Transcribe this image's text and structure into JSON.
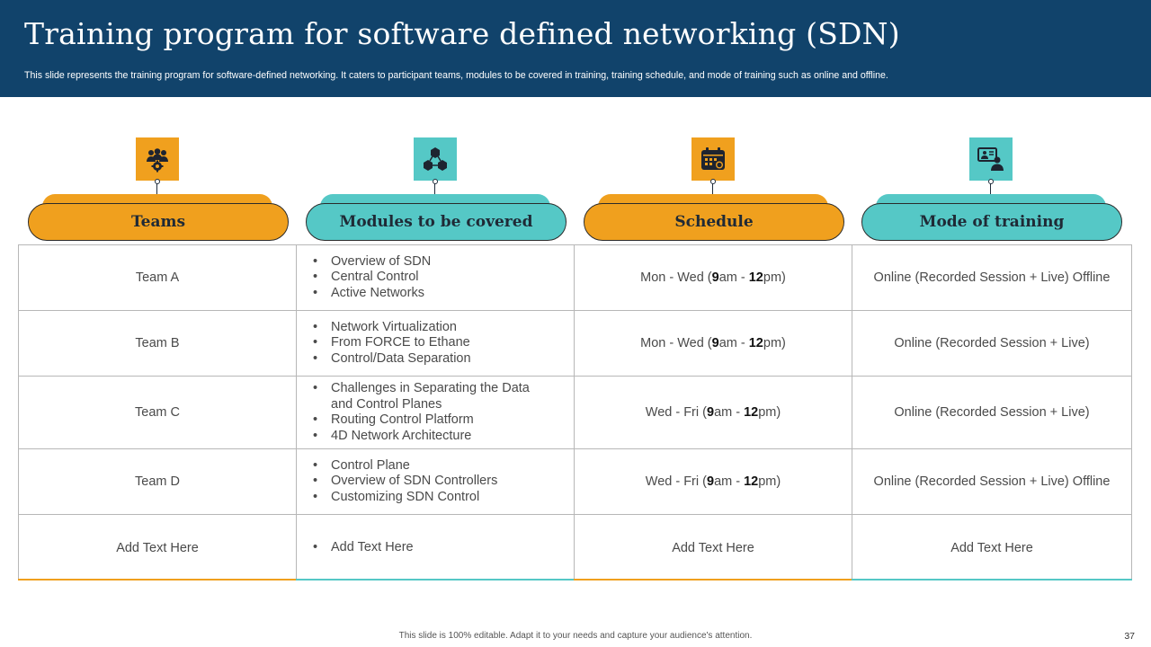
{
  "header": {
    "title": "Training program for software defined networking (SDN)",
    "subtitle": "This slide represents the training program for software-defined networking. It caters to participant teams, modules to be covered in training, training schedule, and mode of training such as online and offline."
  },
  "colors": {
    "header_bg": "#11436b",
    "orange": "#f0a01e",
    "teal": "#55c8c6",
    "border": "#b7b7b7"
  },
  "columns": [
    {
      "label": "Teams",
      "icon": "team-gear-icon",
      "color": "#f0a01e"
    },
    {
      "label": "Modules to be covered",
      "icon": "hexagon-network-icon",
      "color": "#55c8c6"
    },
    {
      "label": "Schedule",
      "icon": "calendar-icon",
      "color": "#f0a01e"
    },
    {
      "label": "Mode of training",
      "icon": "online-training-icon",
      "color": "#55c8c6"
    }
  ],
  "rows": [
    {
      "team": "Team  A",
      "modules": [
        "Overview of SDN",
        "Central Control",
        "Active Networks"
      ],
      "schedule": {
        "days": "Mon - Wed",
        "start": "9",
        "start_suffix": "am - ",
        "end": "12",
        "end_suffix": "pm"
      },
      "mode": "Online (Recorded Session + Live) Offline"
    },
    {
      "team": "Team B",
      "modules": [
        "Network Virtualization",
        "From FORCE to Ethane",
        "Control/Data Separation"
      ],
      "schedule": {
        "days": "Mon - Wed",
        "start": "9",
        "start_suffix": "am - ",
        "end": "12",
        "end_suffix": "pm"
      },
      "mode": "Online (Recorded Session + Live)"
    },
    {
      "team": "Team C",
      "modules": [
        "Challenges in Separating the Data and Control Planes",
        "Routing Control Platform",
        "4D Network Architecture"
      ],
      "schedule": {
        "days": "Wed - Fri",
        "start": "9",
        "start_suffix": "am - ",
        "end": "12",
        "end_suffix": "pm"
      },
      "mode": "Online (Recorded Session + Live)"
    },
    {
      "team": "Team D",
      "modules": [
        "Control Plane",
        "Overview of SDN Controllers",
        "Customizing SDN Control"
      ],
      "schedule": {
        "days": "Wed - Fri",
        "start": "9",
        "start_suffix": "am - ",
        "end": "12",
        "end_suffix": "pm"
      },
      "mode": "Online (Recorded Session + Live) Offline"
    },
    {
      "team": "Add Text Here",
      "modules": [
        "Add Text Here"
      ],
      "schedule": {
        "days": "Add Text Here"
      },
      "mode": "Add Text Here"
    }
  ],
  "footer": {
    "note": "This slide is 100% editable. Adapt it to your needs and capture your audience's attention.",
    "page": "37"
  }
}
